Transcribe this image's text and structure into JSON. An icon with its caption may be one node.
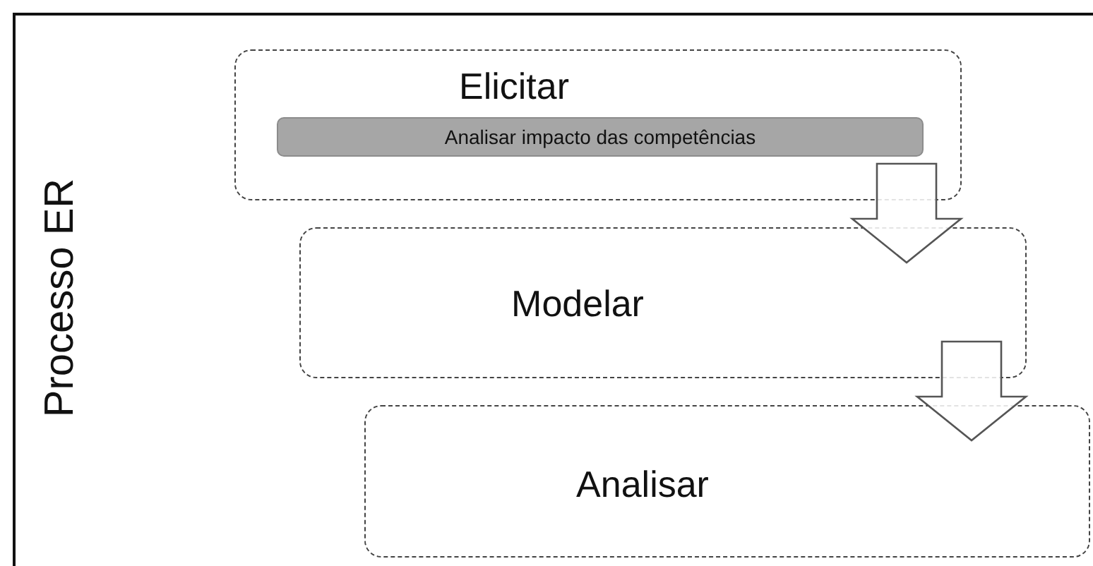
{
  "diagram": {
    "nodes": [
      {
        "text": [
          "Elicitar"
        ]
      },
      {
        "text": [
          "Analisar impacto das competências"
        ],
        "in": 0
      },
      {
        "text": [
          "Modelar"
        ]
      },
      {
        "text": [
          "Analisar"
        ]
      }
    ],
    "edges": [
      {
        "from": 0,
        "to": 2,
        "arrow": "to"
      },
      {
        "from": 2,
        "to": 3,
        "arrow": "to"
      }
    ],
    "labels": [
      "Processo ER"
    ]
  }
}
